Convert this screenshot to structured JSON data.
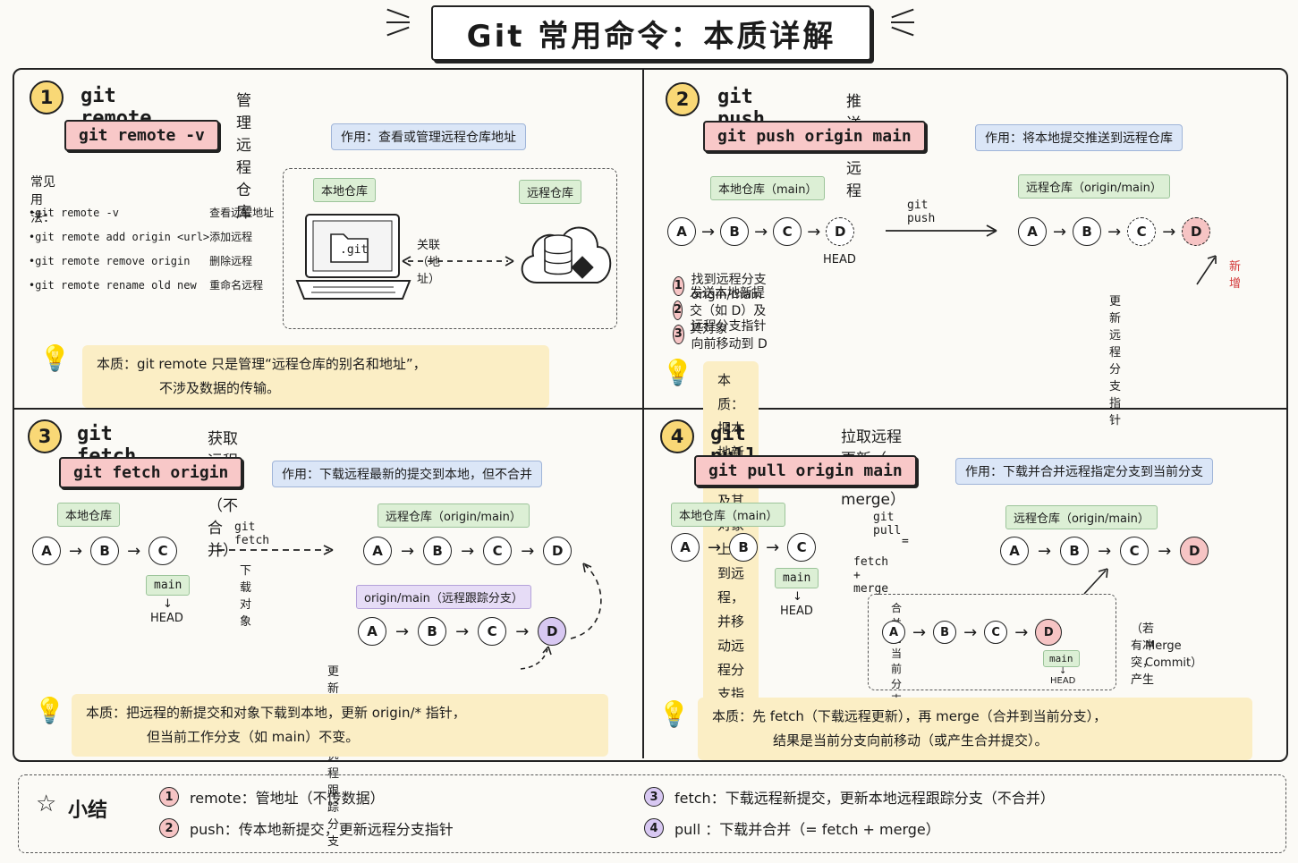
{
  "title": "Git 常用命令：本质详解",
  "panels": {
    "remote": {
      "num": "1",
      "name": "git remote",
      "subtitle": "管理远程仓库",
      "command": "git remote -v",
      "purpose": "作用：查看或管理远程仓库地址",
      "usage_title": "常见用法：",
      "usages": [
        {
          "cmd": "git remote -v",
          "desc": "查看远程地址"
        },
        {
          "cmd": "git remote add origin <url>",
          "desc": "添加远程"
        },
        {
          "cmd": "git remote remove origin",
          "desc": "删除远程"
        },
        {
          "cmd": "git remote rename old new",
          "desc": "重命名远程"
        }
      ],
      "local_label": "本地仓库",
      "remote_label": "远程仓库",
      "folder_label": ".git",
      "link_label": "关联（地址）",
      "essence_1": "本质：git remote 只是管理“远程仓库的别名和地址”，",
      "essence_2": "不涉及数据的传输。"
    },
    "push": {
      "num": "2",
      "name": "git push",
      "subtitle": "推送到远程",
      "command": "git push origin main",
      "purpose": "作用：将本地提交推送到远程仓库",
      "local_label": "本地仓库（main）",
      "remote_label": "远程仓库（origin/main）",
      "arrow_label": "git push",
      "head_label": "HEAD",
      "new_label": "新增",
      "pointer_label": "更新远程分支指针",
      "steps": [
        {
          "n": "1",
          "text": "找到远程分支 origin/main"
        },
        {
          "n": "2",
          "text": "发送本地新提交（如 D）及其对象"
        },
        {
          "n": "3",
          "text": "远程分支指针向前移动到 D"
        }
      ],
      "essence": "本质：把本地新提交及其对象上传到远程，并移动远程分支指针。"
    },
    "fetch": {
      "num": "3",
      "name": "git fetch",
      "subtitle": "获取远程更新（不合并）",
      "command": "git fetch origin",
      "purpose": "作用：下载远程最新的提交到本地，但不合并",
      "local_label": "本地仓库",
      "remote_label": "远程仓库（origin/main）",
      "tracking_label": "origin/main（远程跟踪分支）",
      "arrow_label": "git fetch",
      "download_label": "下载对象",
      "main_label": "main",
      "head_label": "HEAD",
      "update_label": "更新本地的远程跟踪分支",
      "essence_1": "本质：把远程的新提交和对象下载到本地，更新 origin/* 指针，",
      "essence_2": "但当前工作分支（如 main）不变。"
    },
    "pull": {
      "num": "4",
      "name": "git pull",
      "subtitle": "拉取远程更新（= fetch + merge）",
      "command": "git pull origin main",
      "purpose": "作用：下载并合并远程指定分支到当前分支",
      "local_label": "本地仓库（main）",
      "remote_label": "远程仓库（origin/main）",
      "eq_1": "git pull",
      "eq_2": "=",
      "eq_3": "fetch + merge",
      "merge_label": "合并到当前分支",
      "main_label": "main",
      "head_label": "HEAD",
      "conflict_1": "（若有冲突，产生",
      "conflict_2": "Merge Commit）",
      "essence_1": "本质：先 fetch（下载远程更新），再 merge（合并到当前分支），",
      "essence_2": "结果是当前分支向前移动（或产生合并提交）。"
    }
  },
  "summary": {
    "title": "小结",
    "items": [
      {
        "n": "1",
        "text": "remote：管地址（不传数据）"
      },
      {
        "n": "2",
        "text": "push：传本地新提交，更新远程分支指针"
      },
      {
        "n": "3",
        "text": "fetch：下载远程新提交，更新本地远程跟踪分支（不合并）"
      },
      {
        "n": "4",
        "text": "pull ：下载并合并（= fetch + merge）"
      }
    ]
  },
  "nodes": {
    "a": "A",
    "b": "B",
    "c": "C",
    "d": "D"
  },
  "colors": {
    "cmd": "#f8c8c8",
    "purpose": "#dbe6f7",
    "green": "#dcefd5",
    "purple": "#e6dcf6",
    "essence": "#fbeec5",
    "number": "#f9d876",
    "new": "#d33a3a"
  }
}
